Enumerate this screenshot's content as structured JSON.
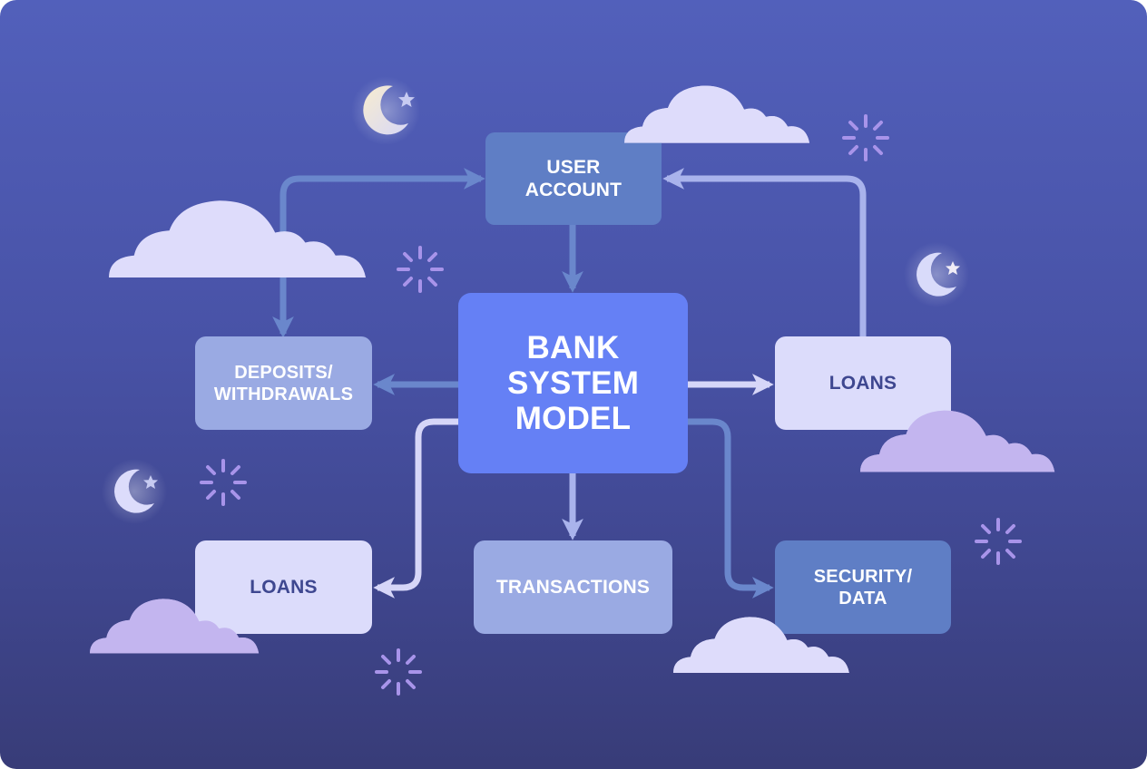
{
  "diagram": {
    "title": "Bank System Model",
    "nodes": {
      "core": {
        "label": "BANK\nSYSTEM\nMODEL"
      },
      "user_account": {
        "label": "USER\nACCOUNT"
      },
      "deposits": {
        "label": "DEPOSITS/\nWITHDRAWALS"
      },
      "loans_right": {
        "label": "LOANS"
      },
      "loans_left": {
        "label": "LOANS"
      },
      "transactions": {
        "label": "TRANSACTIONS"
      },
      "security": {
        "label": "SECURITY/\nDATA"
      }
    },
    "edges": [
      {
        "from": "user_account",
        "to": "core"
      },
      {
        "from": "core",
        "to": "deposits"
      },
      {
        "from": "core",
        "to": "loans_right"
      },
      {
        "from": "core",
        "to": "loans_left"
      },
      {
        "from": "core",
        "to": "transactions"
      },
      {
        "from": "core",
        "to": "security"
      },
      {
        "from": "deposits",
        "to": "user_account"
      },
      {
        "from": "loans_right",
        "to": "user_account"
      }
    ],
    "decorations": [
      "cloud-icon",
      "crescent-moon-icon",
      "star-icon",
      "sparkle-icon"
    ]
  },
  "colors": {
    "background_top": "#5260bb",
    "background_bottom": "#383c78",
    "core": "#6580f5",
    "node_mid": "#5f7ec5",
    "node_light": "#9aaae3",
    "node_pale": "#dcdcfb",
    "cloud_pale": "#dedcfb",
    "cloud_lilac": "#c3b5ef",
    "sparkle": "#a894ea",
    "arrow_mid": "#6a87cc",
    "arrow_light": "#a9b3ec",
    "arrow_pale": "#d6d6f8"
  }
}
